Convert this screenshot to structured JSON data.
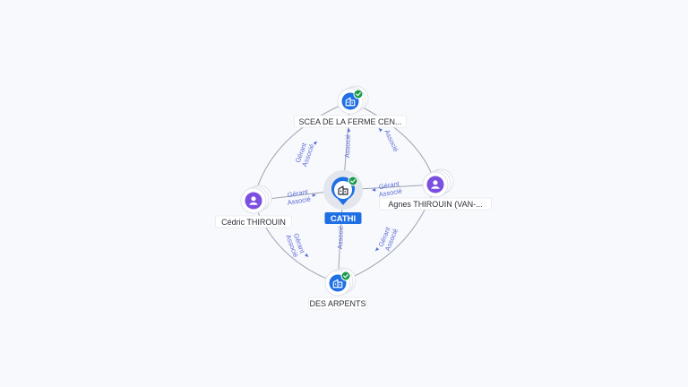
{
  "colors": {
    "company": "#1f6fe5",
    "person": "#7b4fe0",
    "verified": "#1c9a4c",
    "edge_label": "#5b6cd6",
    "edge_line": "#9aa3b2",
    "background": "#f8f9fc"
  },
  "nodes": [
    {
      "id": "cathi",
      "label": "CATHI",
      "kind": "company",
      "icon": "building-icon",
      "verified": true,
      "main": true
    },
    {
      "id": "scea",
      "label": "SCEA DE LA FERME CEN...",
      "kind": "company",
      "icon": "building-icon",
      "verified": true
    },
    {
      "id": "arpents",
      "label": "DES ARPENTS",
      "kind": "company",
      "icon": "building-icon",
      "verified": true
    },
    {
      "id": "cedric",
      "label": "Cédric THIROUIN",
      "kind": "person",
      "icon": "person-icon",
      "verified": false
    },
    {
      "id": "agnes",
      "label": "Agnes THIROUIN (VAN-...",
      "kind": "person",
      "icon": "person-icon",
      "verified": false
    }
  ],
  "edges": [
    {
      "id": "cedric-scea",
      "from": "cedric",
      "to": "scea",
      "labels": [
        "Gérant",
        "Associé"
      ]
    },
    {
      "id": "agnes-scea",
      "from": "agnes",
      "to": "scea",
      "labels": [
        "Associé"
      ]
    },
    {
      "id": "cedric-cathi",
      "from": "cedric",
      "to": "cathi",
      "labels": [
        "Gérant",
        "Associé"
      ]
    },
    {
      "id": "agnes-cathi",
      "from": "agnes",
      "to": "cathi",
      "labels": [
        "Gérant",
        "Associé"
      ]
    },
    {
      "id": "cathi-scea",
      "from": "cathi",
      "to": "scea",
      "labels": [
        "Associé"
      ]
    },
    {
      "id": "arpents-cathi",
      "from": "arpents",
      "to": "cathi",
      "labels": [
        "Associé"
      ]
    },
    {
      "id": "cedric-arpents",
      "from": "cedric",
      "to": "arpents",
      "labels": [
        "Gérant",
        "Associé"
      ]
    },
    {
      "id": "agnes-arpents",
      "from": "agnes",
      "to": "arpents",
      "labels": [
        "Gérant",
        "Associé"
      ]
    }
  ]
}
